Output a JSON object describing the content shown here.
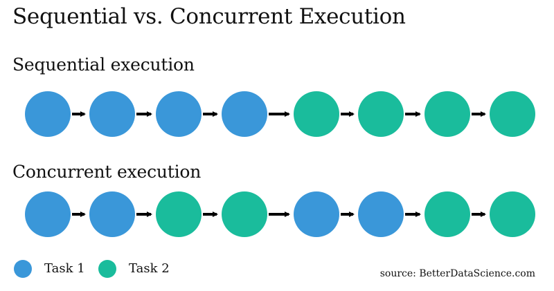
{
  "title": "Sequential vs. Concurrent Execution",
  "colors": {
    "task1": "#3a97d9",
    "task2": "#1abc9c",
    "arrow": "#000000"
  },
  "rows": [
    {
      "id": "sequential",
      "label": "Sequential execution",
      "sequence": [
        "task1",
        "task1",
        "task1",
        "task1",
        "task2",
        "task2",
        "task2",
        "task2"
      ]
    },
    {
      "id": "concurrent",
      "label": "Concurrent execution",
      "sequence": [
        "task1",
        "task1",
        "task2",
        "task2",
        "task1",
        "task1",
        "task2",
        "task2"
      ]
    }
  ],
  "legend": [
    {
      "key": "task1",
      "label": "Task 1"
    },
    {
      "key": "task2",
      "label": "Task 2"
    }
  ],
  "source": "source: BetterDataScience.com"
}
